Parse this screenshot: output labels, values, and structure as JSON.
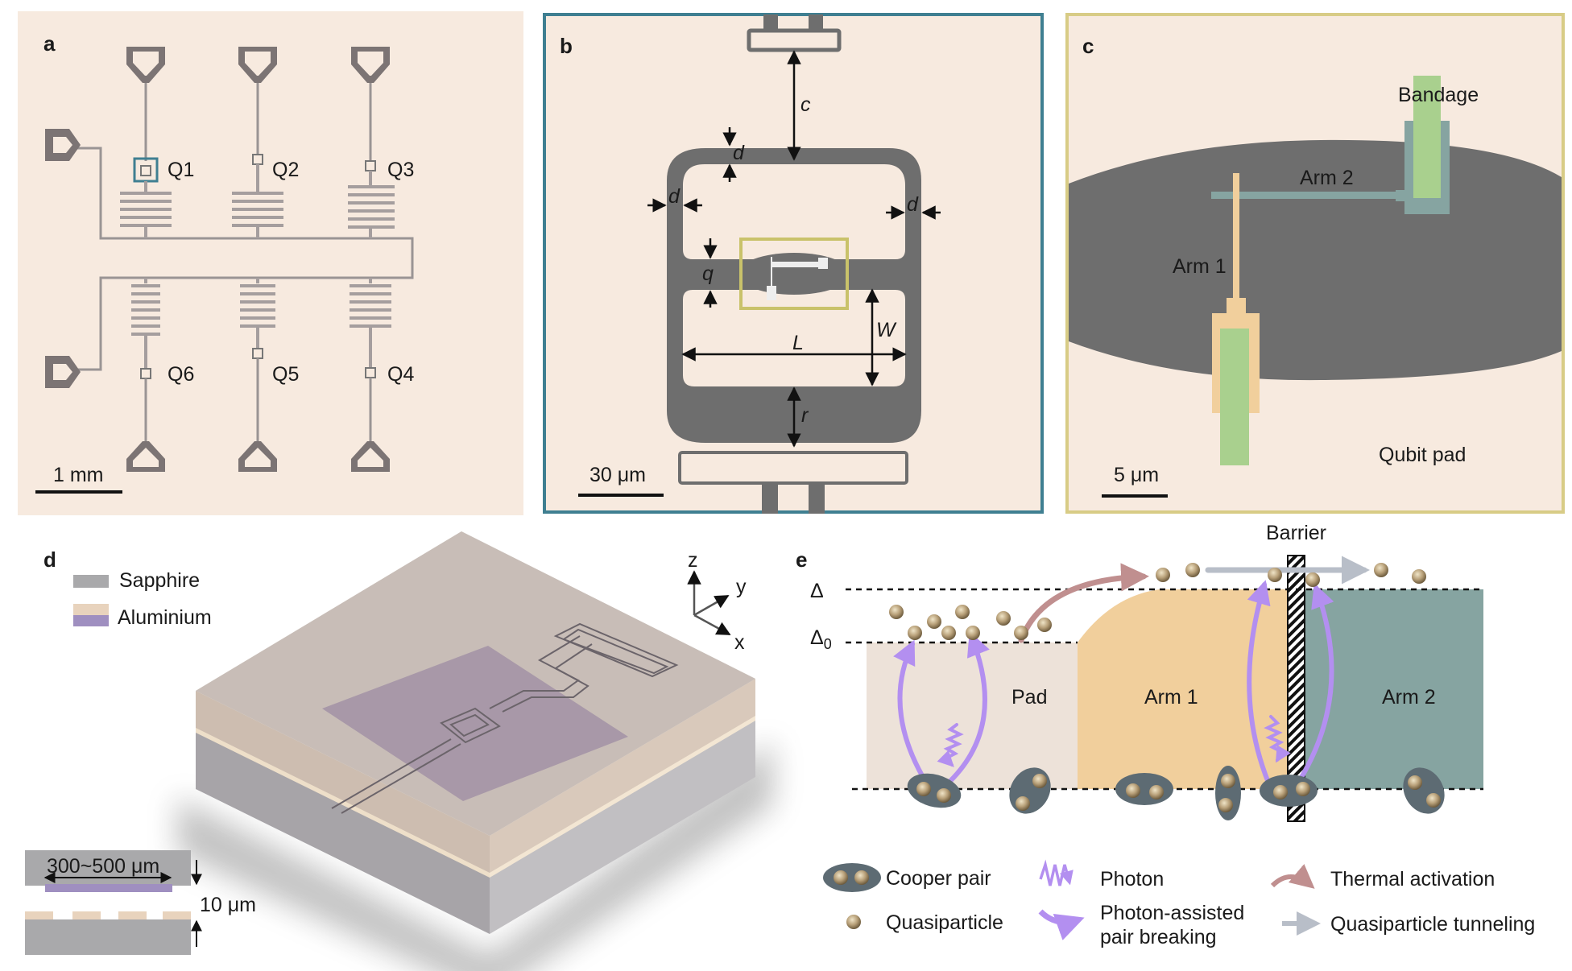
{
  "panels": {
    "a": {
      "label": "a",
      "qubits": [
        "Q1",
        "Q2",
        "Q3",
        "Q6",
        "Q5",
        "Q4"
      ],
      "scale_bar": "1 mm"
    },
    "b": {
      "label": "b",
      "dims": {
        "c": "c",
        "d": "d",
        "q": "q",
        "W": "W",
        "L": "L",
        "r": "r"
      },
      "scale_bar": "30 μm"
    },
    "c": {
      "label": "c",
      "bandage": "Bandage",
      "arm2": "Arm 2",
      "arm1": "Arm 1",
      "qubit_pad": "Qubit pad",
      "scale_bar": "5 μm"
    },
    "d": {
      "label": "d",
      "legend": [
        "Sapphire",
        "Aluminium"
      ],
      "axes": {
        "z": "z",
        "y": "y",
        "x": "x"
      },
      "thickness_top": "300~500 μm",
      "thickness_bottom": "10 μm"
    },
    "e": {
      "label": "e",
      "barrier": "Barrier",
      "delta": "Δ",
      "delta0_main": "Δ",
      "delta0_sub": "0",
      "regions": [
        "Pad",
        "Arm 1",
        "Arm 2"
      ],
      "legend": {
        "cooper_pair": "Cooper pair",
        "quasiparticle": "Quasiparticle",
        "photon": "Photon",
        "pab_line1": "Photon-assisted",
        "pab_line2": "pair breaking",
        "thermal": "Thermal activation",
        "tunneling": "Quasiparticle tunneling"
      }
    }
  },
  "colors": {
    "background_panel": "#f7eadf",
    "metal_gray": "#6e6e6e",
    "panel_b_border": "#3f7f91",
    "panel_c_border": "#d8cc86",
    "arm1": "#f1cf9c",
    "arm2": "#86a4a1",
    "pad": "#ede2d9",
    "green": "#a9d08e",
    "photon": "#b38ff0",
    "thermal": "#c08f8f",
    "tunneling": "#b8bec8",
    "cooper": "#5d6b73",
    "quasiparticle": "#b8a079",
    "sapphire": "#a9a9ab",
    "aluminium": "#e8d3bd",
    "aluminium_dark": "#9f8fc0"
  }
}
